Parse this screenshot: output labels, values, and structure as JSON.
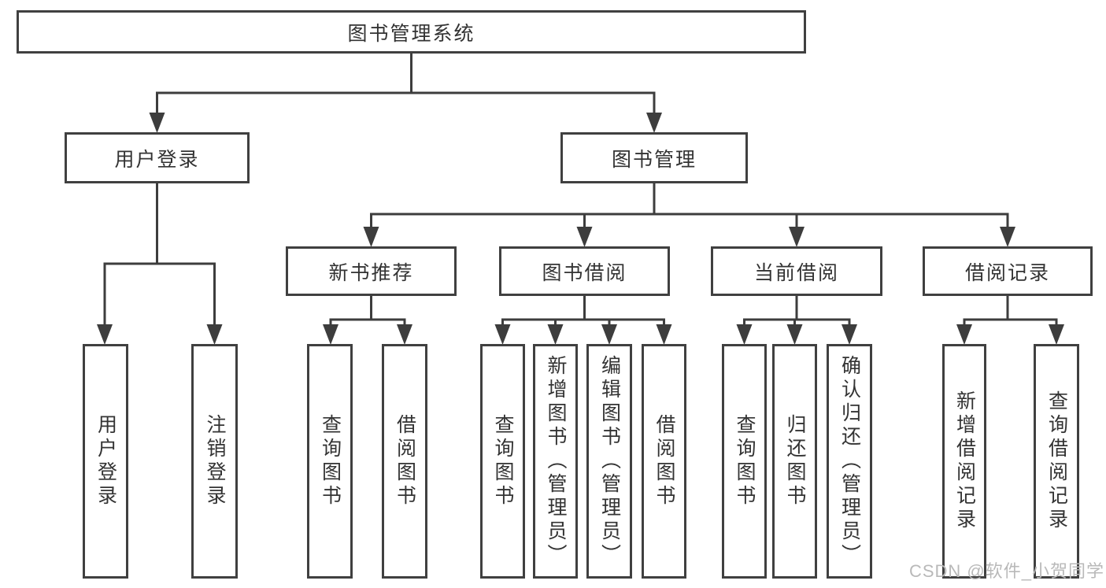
{
  "colors": {
    "line": "#3d3d3d",
    "box_border": "#404040",
    "text": "#333333",
    "watermark": "#b9b9b9",
    "background": "#ffffff"
  },
  "tree": {
    "root": {
      "label": "图书管理系统"
    },
    "children": [
      {
        "label": "用户登录",
        "children": [
          {
            "label": "用户登录"
          },
          {
            "label": "注销登录"
          }
        ]
      },
      {
        "label": "图书管理",
        "children": [
          {
            "label": "新书推荐",
            "children": [
              {
                "label": "查询图书"
              },
              {
                "label": "借阅图书"
              }
            ]
          },
          {
            "label": "图书借阅",
            "children": [
              {
                "label": "查询图书"
              },
              {
                "label": "新增图书（管理员）"
              },
              {
                "label": "编辑图书（管理员）"
              },
              {
                "label": "借阅图书"
              }
            ]
          },
          {
            "label": "当前借阅",
            "children": [
              {
                "label": "查询图书"
              },
              {
                "label": "归还图书"
              },
              {
                "label": "确认归还（管理员）"
              }
            ]
          },
          {
            "label": "借阅记录",
            "children": [
              {
                "label": "新增借阅记录"
              },
              {
                "label": "查询借阅记录"
              }
            ]
          }
        ]
      }
    ]
  },
  "watermark": {
    "text": "CSDN @软件_小贺同学"
  }
}
